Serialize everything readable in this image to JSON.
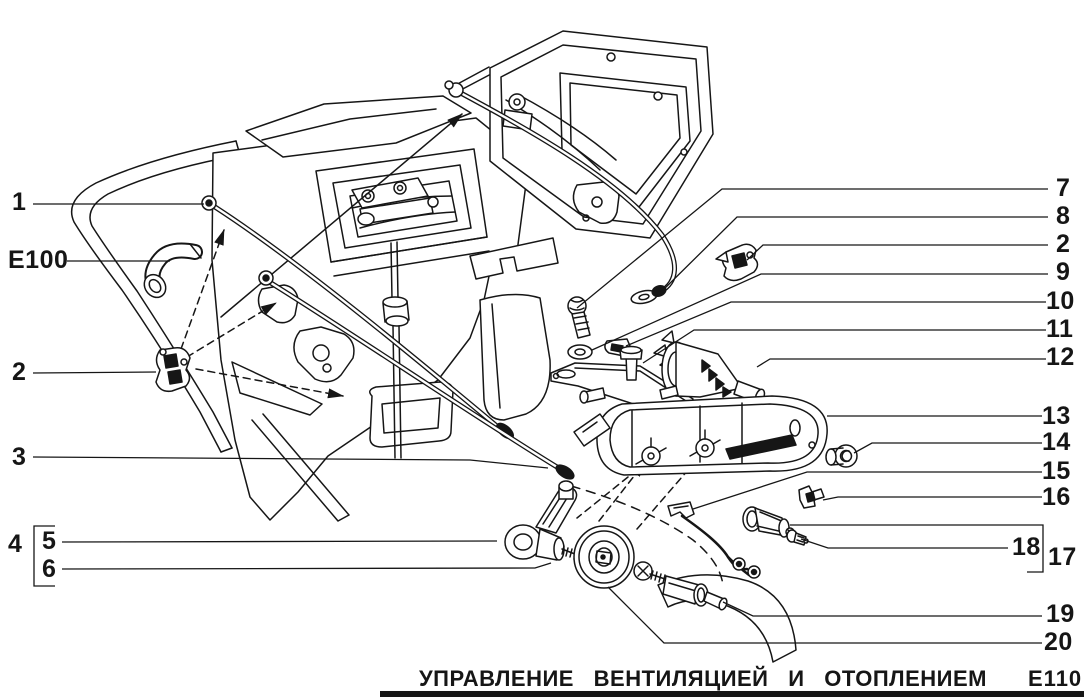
{
  "colors": {
    "ink": "#161616",
    "paper": "#ffffff"
  },
  "caption": {
    "words": [
      "УПРАВЛЕНИЕ",
      "ВЕНТИЛЯЦИЕЙ",
      "И",
      "ОТОПЛЕНИЕМ"
    ],
    "figure_code": "Е110"
  },
  "callouts": {
    "left": [
      {
        "label": "1"
      },
      {
        "label": "E100"
      },
      {
        "label": "2"
      },
      {
        "label": "3"
      },
      {
        "label": "4"
      },
      {
        "label": "5"
      },
      {
        "label": "6"
      }
    ],
    "right": [
      {
        "label": "7"
      },
      {
        "label": "8"
      },
      {
        "label": "2"
      },
      {
        "label": "9"
      },
      {
        "label": "10"
      },
      {
        "label": "11"
      },
      {
        "label": "12"
      },
      {
        "label": "13"
      },
      {
        "label": "14"
      },
      {
        "label": "15"
      },
      {
        "label": "16"
      },
      {
        "label": "18"
      },
      {
        "label": "17"
      },
      {
        "label": "19"
      },
      {
        "label": "20"
      }
    ]
  }
}
